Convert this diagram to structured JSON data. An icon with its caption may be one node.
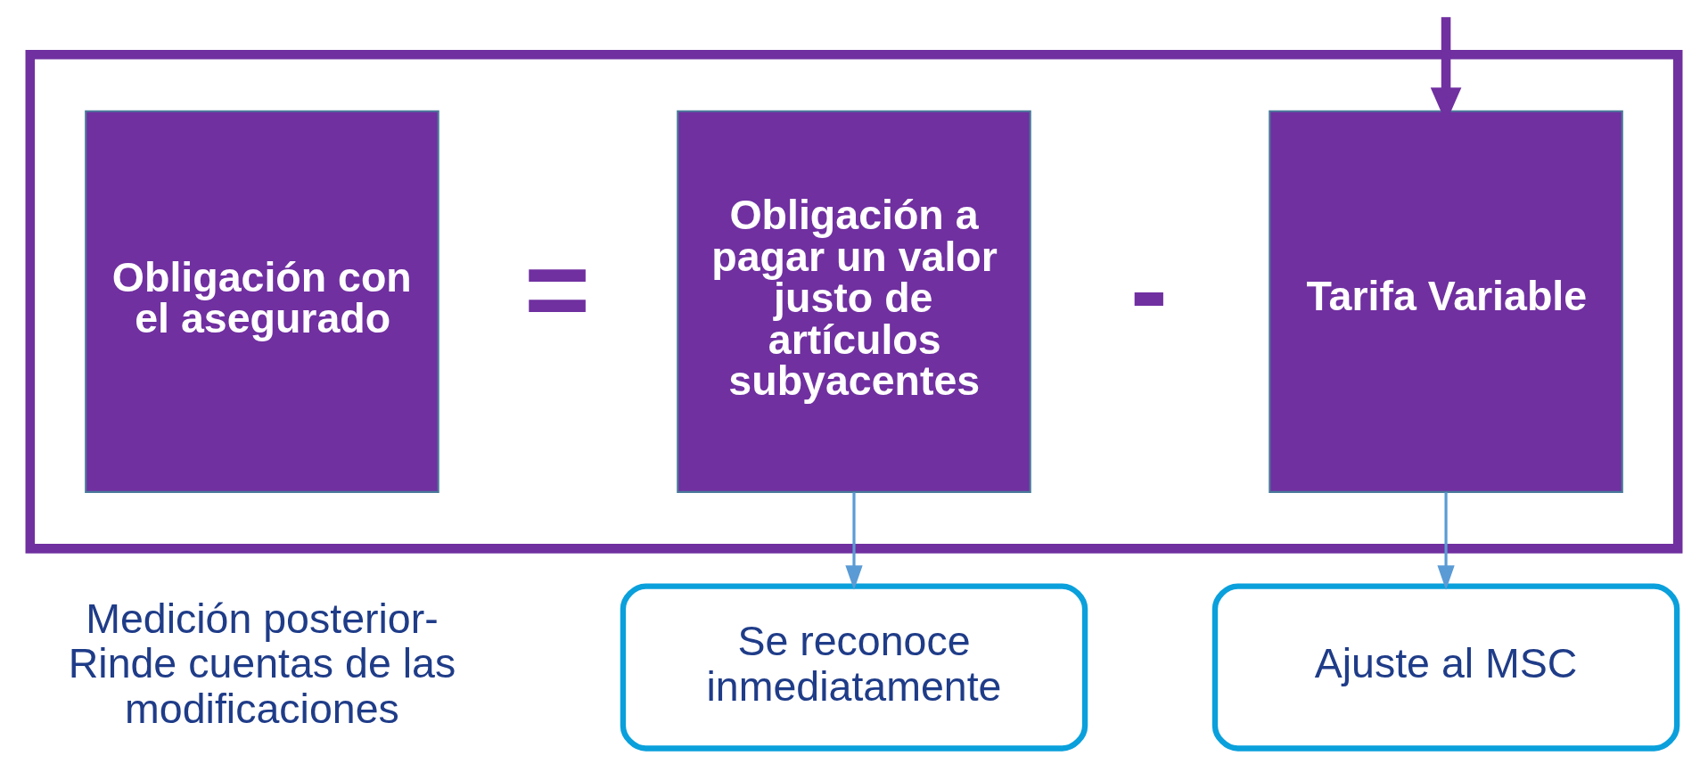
{
  "diagram": {
    "nodes": [
      {
        "text": [],
        "shape": "box"
      },
      {
        "text": [
          "Obligación con el asegurado"
        ],
        "in": 0
      },
      {
        "text": [
          "Obligación a pagar un valor justo de artículos subyacentes"
        ],
        "in": 0
      },
      {
        "text": [
          "Tarifa Variable"
        ],
        "in": 0
      },
      {
        "text": [
          "Se reconoce inmediatamente"
        ]
      },
      {
        "text": [
          "Ajuste al MSC"
        ]
      }
    ],
    "edges": [
      {
        "from": null,
        "to": 3,
        "arrow": "to",
        "style": "thick",
        "color": "#7030a0"
      },
      {
        "from": 2,
        "to": 4,
        "arrow": "to"
      },
      {
        "from": 3,
        "to": 5,
        "arrow": "to"
      }
    ],
    "labels": [
      "=",
      "-",
      "Medición posterior- Rinde cuentas de las modificaciones"
    ]
  }
}
